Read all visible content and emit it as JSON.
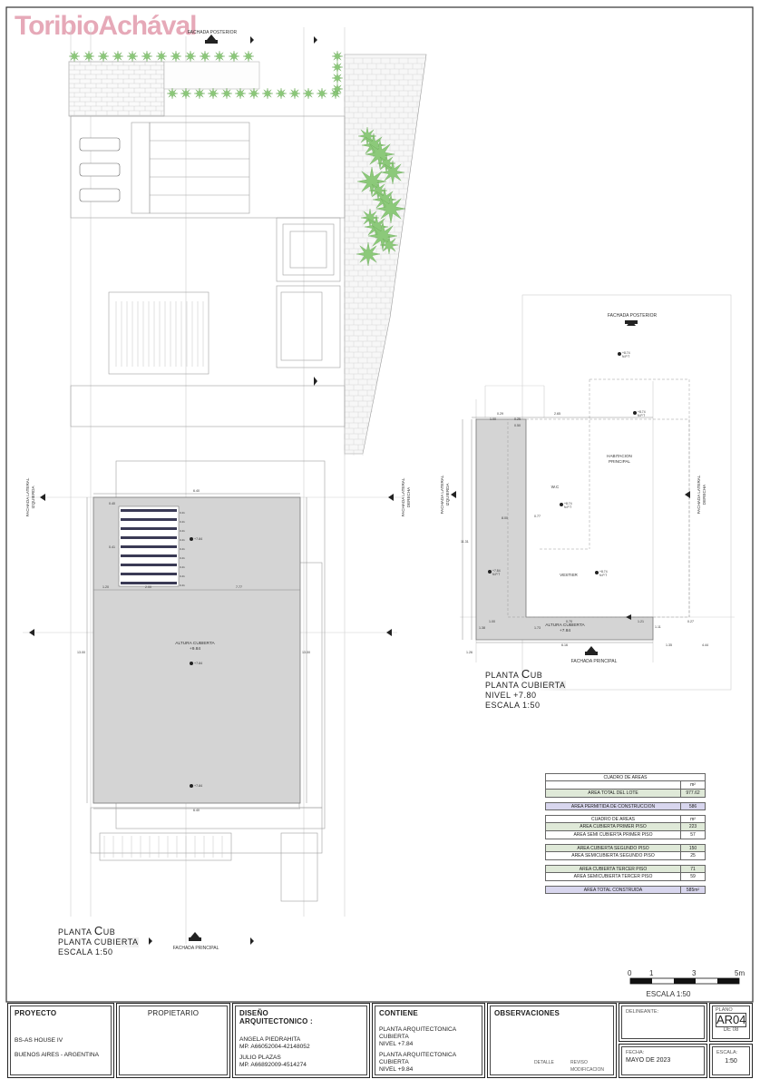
{
  "logo": {
    "text": "ToribioAchával",
    "color": "#e6a9b8"
  },
  "colors": {
    "roof_fill": "#d4d4d4",
    "plant": "#7fc06a",
    "line": "#9a9a9a",
    "area_green": "#dfe9d8",
    "area_purple": "#d8d6ee"
  },
  "left_plan": {
    "top_marker": "FACHADA POSTERIOR",
    "side_left": [
      "FACHADA LATERAL",
      "IZQUIERDA"
    ],
    "side_right": [
      "FACHADA LATERAL",
      "DERECHA"
    ],
    "roof_label": [
      "ALTURA CUBIERTA",
      "+9.84"
    ],
    "levels": [
      "+7.84",
      "+7.84",
      "+7.84"
    ],
    "dims_top": [
      "0.40",
      "6.40",
      "0.41",
      "0.41",
      "0.41",
      "0.41",
      "0.41",
      "0.41",
      "0.41",
      "0.41",
      "0.41"
    ],
    "dims_mid": [
      "1.20",
      "2.00",
      "7.77"
    ],
    "dims_side": [
      "0.41",
      "13.00",
      "13.00"
    ],
    "dims_bottom": [
      "6.40"
    ],
    "label": {
      "line1a": "PLANTA ",
      "line1b": "C",
      "line1c": "UB",
      "line2": "PLANTA CUBIERTA",
      "line3": "ESCALA  1:50"
    },
    "bottom_marker": "FACHADA PRINCIPAL"
  },
  "right_plan": {
    "top_marker": "FACHADA POSTERIOR",
    "side_left": [
      "FACHADA LATERAL",
      "IZQUIERDA"
    ],
    "side_right": [
      "FACHADA LATERAL",
      "DERECHA"
    ],
    "bottom_marker": "FACHADA PRINCIPAL",
    "rooms": [
      "HABITACION",
      "PRINCIPAL",
      "W.C",
      "VESTIER"
    ],
    "roof_label": [
      "ALTURA CUBIERTA",
      "+7.84"
    ],
    "levels": [
      "+8.74",
      "+8.74",
      "+8.74",
      "+7.84",
      "+8.74"
    ],
    "level_sub": "N.P.T",
    "dims": [
      "0.29",
      "1.00",
      "0.25",
      "2.65",
      "0.50",
      "8.00",
      "11.31",
      "0.77",
      "1.38",
      "1.00",
      "1.73",
      "0.70",
      "1.21",
      "1.11",
      "0.27",
      "1.26",
      "6.16",
      "1.35",
      "4.44"
    ],
    "label": {
      "line1a": "PLANTA ",
      "line1b": "C",
      "line1c": "UB",
      "line2": "PLANTA CUBIERTA",
      "line3": "NIVEL +7.80",
      "line4": "ESCALA  1:50"
    }
  },
  "areas": {
    "title1": "CUADRO DE AREAS",
    "unit": "m²",
    "row1": {
      "label": "AREA TOTAL DEL LOTE",
      "value": "977.62"
    },
    "row2": {
      "label": "AREA PERMITIDA DE CONSTRUCCION",
      "value": "586"
    },
    "title2": "CUADRO DE AREAS",
    "unit2": "m²",
    "rows": [
      {
        "label": "AREA CUBIERTA PRIMER PISO",
        "value": "223"
      },
      {
        "label": "AREA SEMI CUBIERTA PRIMER PISO",
        "value": "57"
      },
      {
        "label": "AREA CUBIERTA SEGUNDO PISO",
        "value": "150"
      },
      {
        "label": "AREA SEMICUBIERTA SEGUNDO PISO",
        "value": "25"
      },
      {
        "label": "AREA CUBIERTA TERCER PISO",
        "value": "71"
      },
      {
        "label": "AREA SEMICUBIERTA TERCER PISO",
        "value": "59"
      }
    ],
    "total": {
      "label": "AREA TOTAL CONSTRUIDA",
      "value": "585m²"
    }
  },
  "scale_bar": {
    "ticks": [
      "0",
      "1",
      "3",
      "5m"
    ],
    "label": "ESCALA 1:50"
  },
  "title_block": {
    "proyecto_head": "PROYECTO",
    "proyecto_1": "BS-AS HOUSE IV",
    "proyecto_2": "BUENOS AIRES - ARGENTINA",
    "propietario_head": "PROPIETARIO",
    "diseno_head1": "DISEÑO",
    "diseno_head2": "ARQUITECTONICO :",
    "diseno_1": "ANGELA PIEDRAHITA",
    "diseno_2": "MP. A66052004-42148052",
    "diseno_3": "JULIO PLAZAS",
    "diseno_4": "MP. A66892009-4514274",
    "contiene_head": "CONTIENE",
    "contiene_1": "PLANTA ARQUITECTONICA",
    "contiene_2": "CUBIERTA",
    "contiene_3": "NIVEL +7.84",
    "contiene_4": "PLANTA ARQUITECTONICA",
    "contiene_5": "CUBIERTA",
    "contiene_6": "NIVEL +9.84",
    "obs_head": "OBSERVACIONES",
    "obs_detalle": "DETALLE",
    "obs_reviso": "REVISO",
    "obs_modif": "MODIFICACION",
    "delineante_head": "DELINEANTE:",
    "fecha_head": "FECHA:",
    "fecha": "MAYO DE 2023",
    "plano_head": "PLANO",
    "plano": "AR04",
    "plano_de": "DE 08",
    "escala_head": "ESCALA:",
    "escala": "1:50"
  }
}
